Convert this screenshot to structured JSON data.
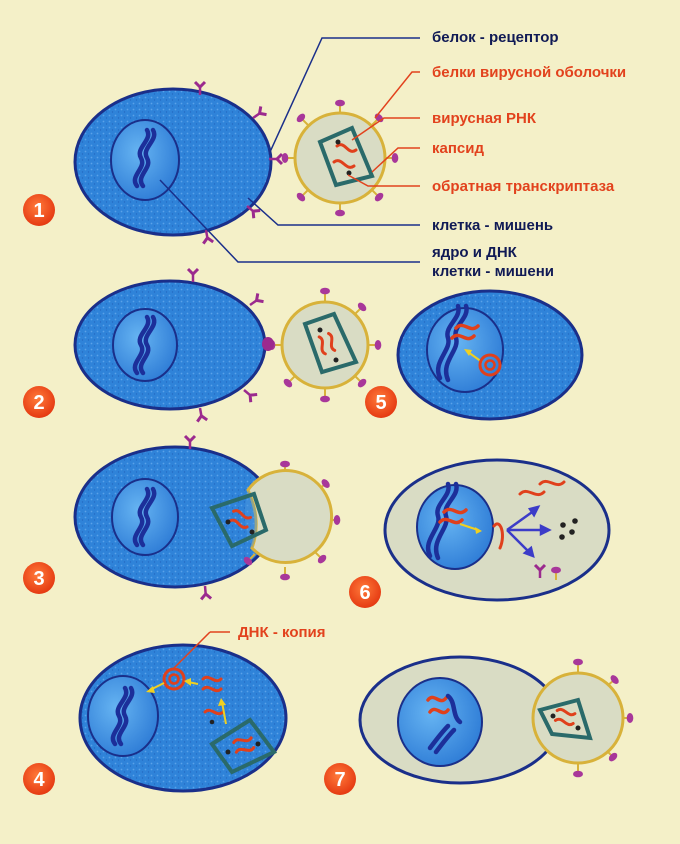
{
  "colors": {
    "background": "#f4f0c8",
    "cell_fill": "#2e7fd6",
    "cell_stroke": "#1a2f8a",
    "nucleus_fill": "#3a8ee8",
    "dna": "#1c2f9a",
    "rna": "#e0401c",
    "virus_fill": "#d9dcc4",
    "virus_stroke": "#d8b23a",
    "capsid_stroke": "#2a6a6a",
    "receptor": "#9b2a8e",
    "label_dark": "#101a55",
    "label_red": "#e2421d",
    "step_badge": "#f04a1e"
  },
  "labels": {
    "receptor_protein": "белок - рецептор",
    "envelope_proteins": "белки вирусной оболочки",
    "viral_rna": "вирусная РНК",
    "capsid": "капсид",
    "reverse_transcriptase": "обратная транскриптаза",
    "target_cell": "клетка - мишень",
    "nucleus_dna_line1": "ядро и ДНК",
    "nucleus_dna_line2": "клетки - мишени",
    "dna_copy": "ДНК - копия"
  },
  "steps": [
    "1",
    "2",
    "3",
    "4",
    "5",
    "6",
    "7"
  ]
}
